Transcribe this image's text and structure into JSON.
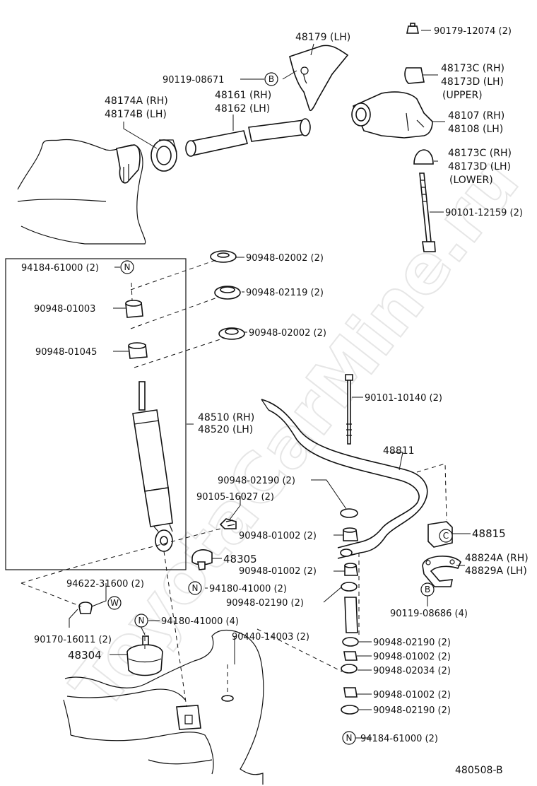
{
  "watermark": "ToyotaCarMine.ru",
  "figure_code": "480508-B",
  "markers": {
    "B": "B",
    "N": "N",
    "W": "W",
    "C": "C"
  },
  "labels": {
    "p48179": "48179 (LH)",
    "p90179": "90179-12074 (2)",
    "p90119a": "90119-08671",
    "p48173c_u": "48173C (RH)",
    "p48173d_u": "48173D (LH)",
    "upper": "(UPPER)",
    "p48174a": "48174A (RH)",
    "p48174b": "48174B (LH)",
    "p48161": "48161 (RH)",
    "p48162": "48162 (LH)",
    "p48107": "48107 (RH)",
    "p48108": "48108 (LH)",
    "p48173c_l": "48173C (RH)",
    "p48173d_l": "48173D (LH)",
    "lower": "(LOWER)",
    "p90101a": "90101-12159 (2)",
    "p94184a": "94184-61000 (2)",
    "p90948_02002a": "90948-02002 (2)",
    "p90948_02119": "90948-02119 (2)",
    "p90948_01003": "90948-01003",
    "p90948_02002b": "90948-02002 (2)",
    "p90948_01045": "90948-01045",
    "p90101b": "90101-10140 (2)",
    "p48510": "48510 (RH)",
    "p48520": "48520 (LH)",
    "p48811": "48811",
    "p90948_02190a": "90948-02190 (2)",
    "p90105": "90105-16027 (2)",
    "p48815": "48815",
    "p90948_01002a": "90948-01002 (2)",
    "p48305": "48305",
    "p48824a": "48824A (RH)",
    "p48829a": "48829A (LH)",
    "p90948_01002b": "90948-01002 (2)",
    "p94622": "94622-31600 (2)",
    "p94180a": "94180-41000 (2)",
    "p90948_02190b": "90948-02190 (2)",
    "p90119b": "90119-08686 (4)",
    "p94180b": "94180-41000 (4)",
    "p90170": "90170-16011 (2)",
    "p90440": "90440-14003 (2)",
    "p90948_02190c": "90948-02190 (2)",
    "p48304": "48304",
    "p90948_01002c": "90948-01002 (2)",
    "p90948_02034": "90948-02034 (2)",
    "p90948_01002d": "90948-01002 (2)",
    "p90948_02190d": "90948-02190 (2)",
    "p94184b": "94184-61000 (2)"
  }
}
